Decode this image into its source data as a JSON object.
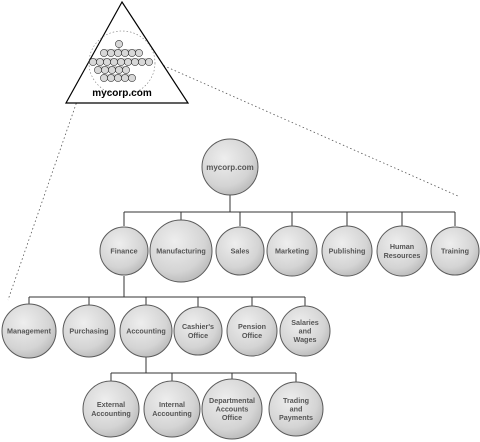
{
  "triangle": {
    "label": "mycorp.com"
  },
  "tree": {
    "root": "mycorp.com",
    "level1": [
      "Finance",
      "Manufacturing",
      "Sales",
      "Marketing",
      "Publishing",
      "Human Resources",
      "Training"
    ],
    "level2": [
      "Management",
      "Purchasing",
      "Accounting",
      "Cashier's Office",
      "Pension Office",
      "Salaries and Wages"
    ],
    "level3": [
      "External Accounting",
      "Internal Accounting",
      "Departmental Accounts Office",
      "Trading and Payments"
    ]
  },
  "colors": {
    "node_fill": "#d6d6d6",
    "node_stroke": "#5a5a5a",
    "label": "#555555"
  }
}
